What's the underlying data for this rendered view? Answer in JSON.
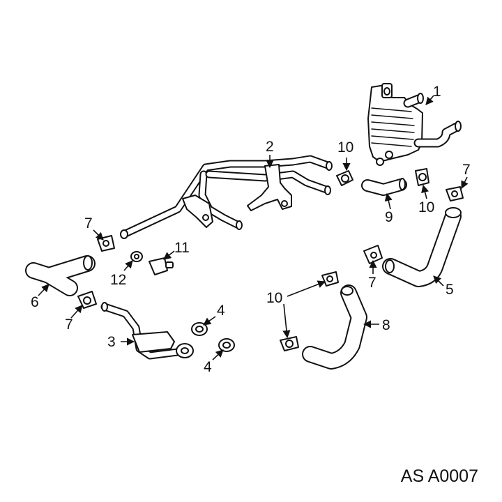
{
  "callouts": {
    "c1": "1",
    "c2": "2",
    "c3": "3",
    "c4a": "4",
    "c4b": "4",
    "c5": "5",
    "c6": "6",
    "c7a": "7",
    "c7b": "7",
    "c7c": "7",
    "c7d": "7",
    "c8": "8",
    "c9": "9",
    "c10a": "10",
    "c10b": "10",
    "c10c": "10",
    "c11": "11",
    "c12": "12"
  },
  "reference_code": "AS A0007",
  "colors": {
    "line": "#111111",
    "background": "#ffffff"
  }
}
